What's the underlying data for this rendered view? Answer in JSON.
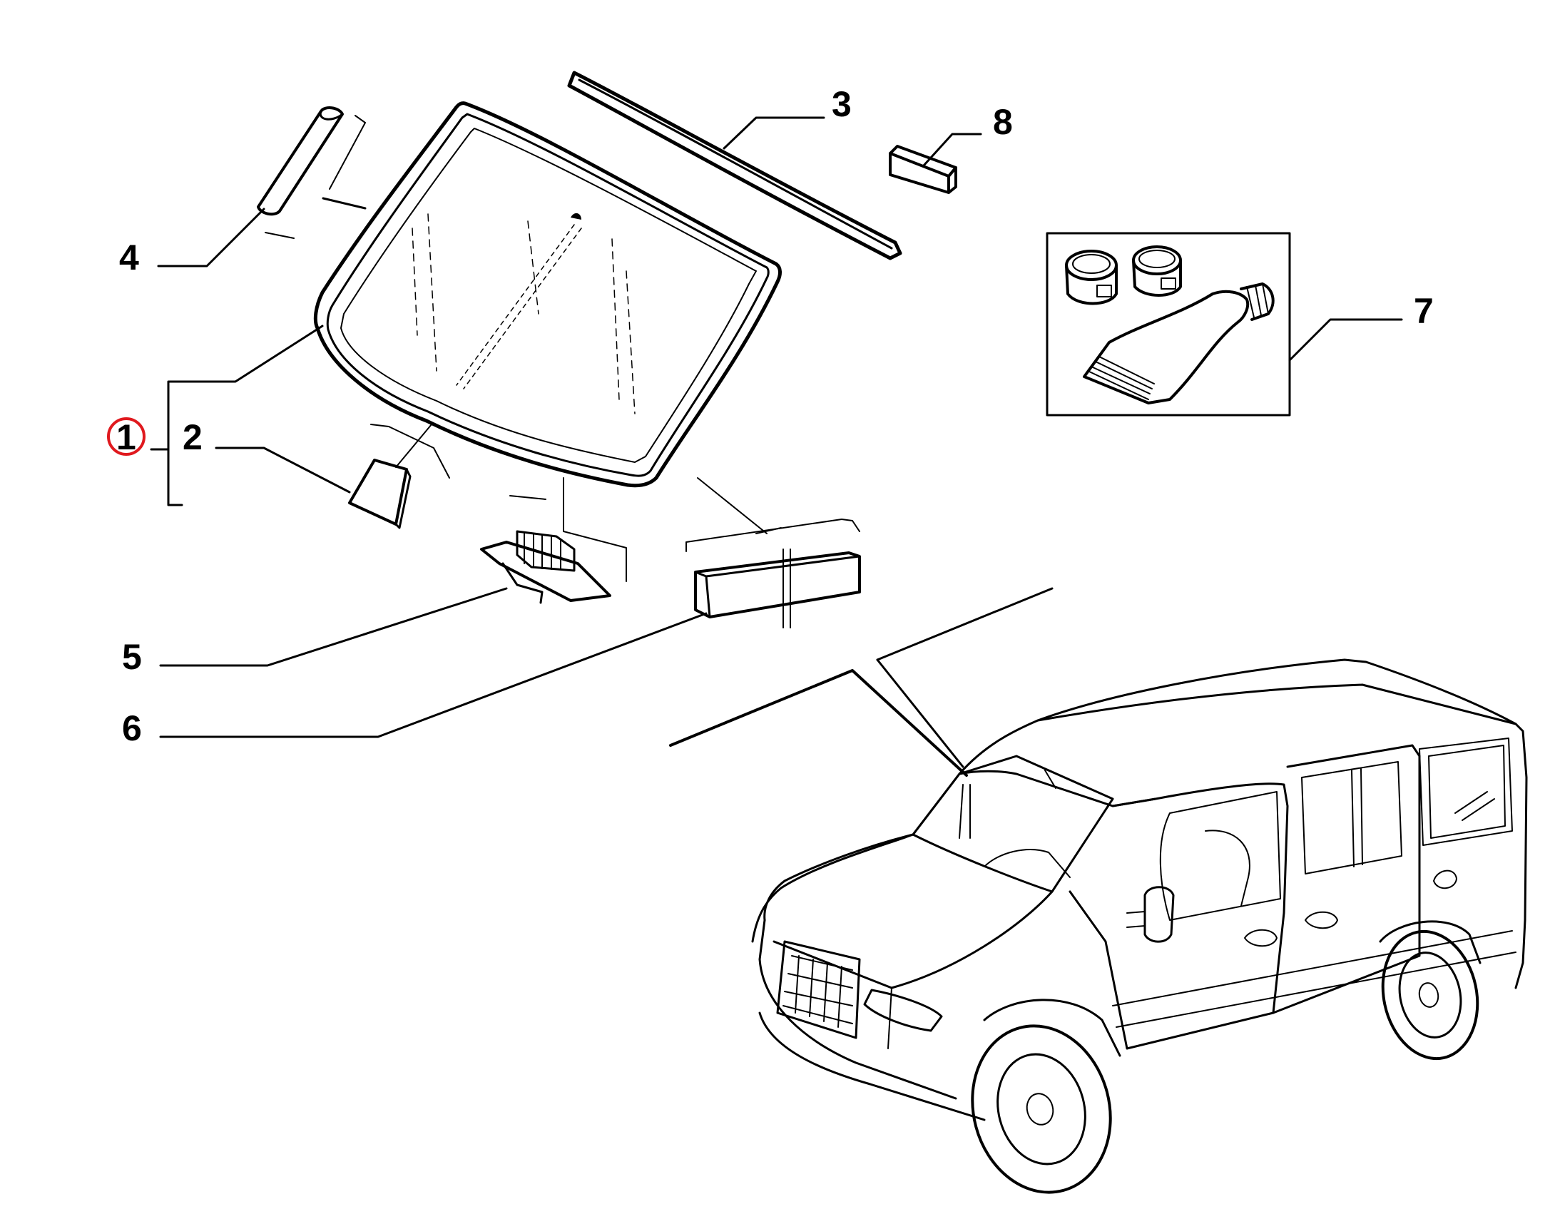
{
  "diagram": {
    "callouts": [
      {
        "id": "1",
        "label": "1",
        "highlighted": true
      },
      {
        "id": "2",
        "label": "2"
      },
      {
        "id": "3",
        "label": "3"
      },
      {
        "id": "4",
        "label": "4"
      },
      {
        "id": "5",
        "label": "5"
      },
      {
        "id": "6",
        "label": "6"
      },
      {
        "id": "7",
        "label": "7"
      },
      {
        "id": "8",
        "label": "8"
      }
    ],
    "parts": {
      "windshield": "windshield-glass",
      "mirror_bracket": "mirror-mount-pad",
      "upper_seal": "upper-windshield-seal",
      "trim_strip": "pillar-trim-strip",
      "sensor_bracket": "sensor-bracket",
      "lower_spacer": "lower-spacer-block",
      "adhesive_kit": "adhesive-kit",
      "small_pad": "small-rubber-pad",
      "vehicle": "van-overview"
    },
    "colors": {
      "line": "#000000",
      "highlight": "#e0191e",
      "background": "#ffffff"
    }
  }
}
